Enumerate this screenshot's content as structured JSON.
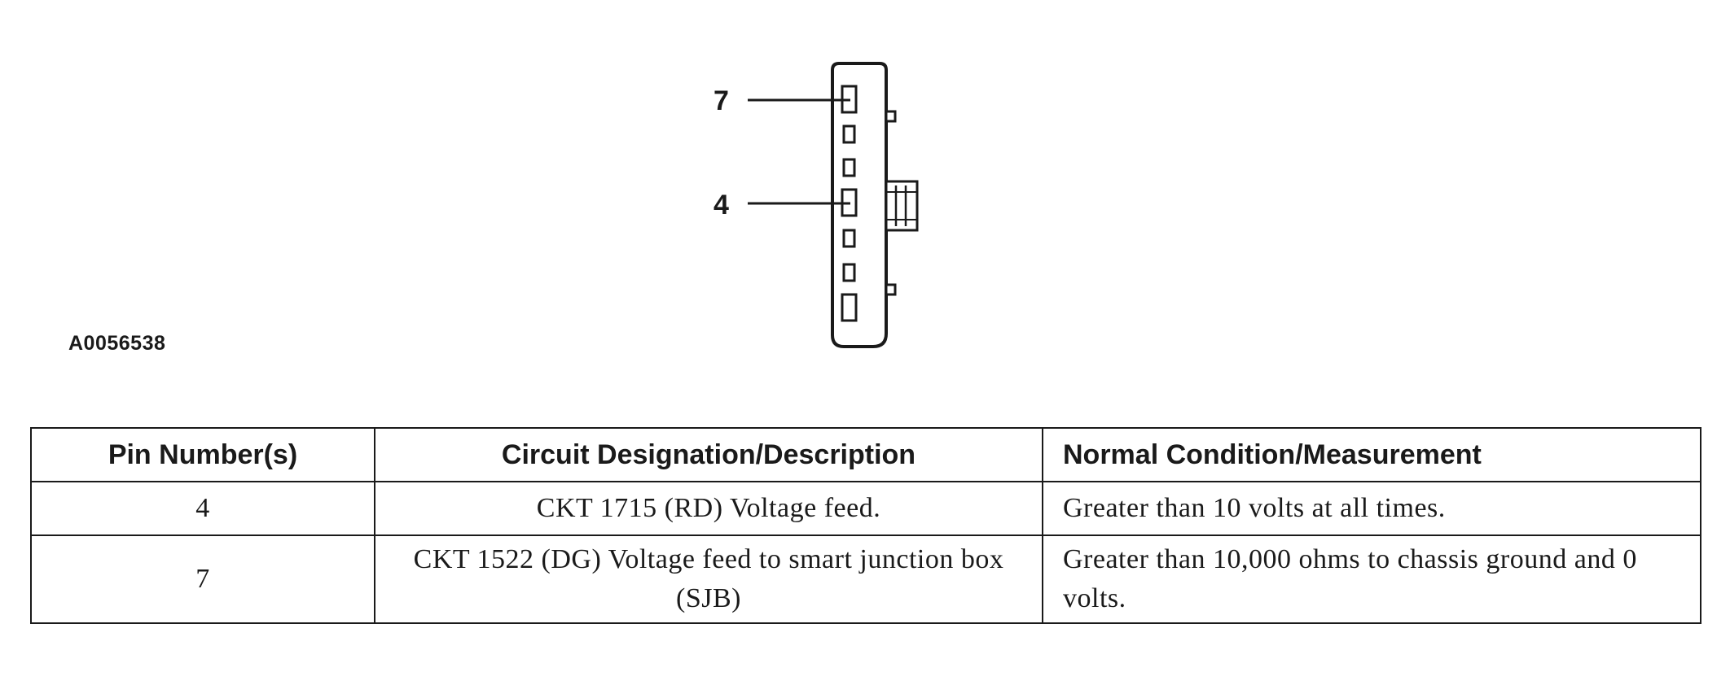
{
  "figure": {
    "id": "A0056538",
    "pin_labels": [
      "7",
      "4"
    ]
  },
  "table": {
    "headers": [
      "Pin Number(s)",
      "Circuit Designation/Description",
      "Normal Condition/Measurement"
    ],
    "rows": [
      {
        "pin": "4",
        "circuit": "CKT 1715 (RD) Voltage feed.",
        "condition": "Greater than 10 volts at all times."
      },
      {
        "pin": "7",
        "circuit": "CKT 1522 (DG) Voltage feed to smart junction box (SJB)",
        "condition": "Greater than 10,000 ohms to chassis ground and 0 volts."
      }
    ]
  }
}
